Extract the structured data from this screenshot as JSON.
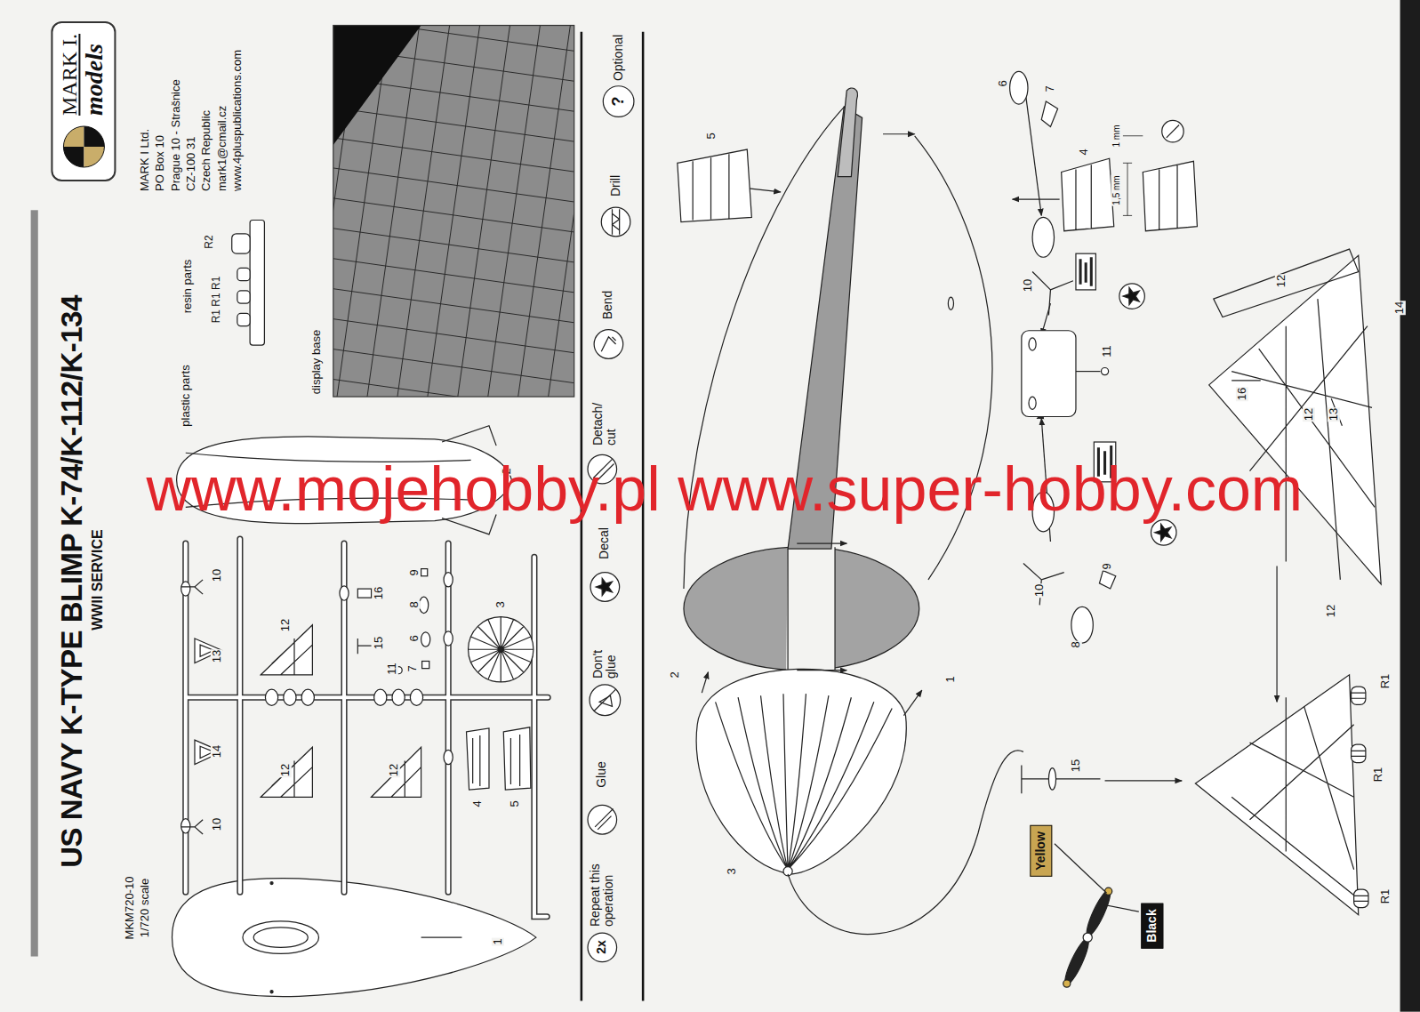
{
  "diagram": {
    "title": "US NAVY K-TYPE BLIMP K-74/K-112/K-134",
    "nodes": [
      {
        "text": [
          "MARK I.",
          "models"
        ]
      },
      {
        "text": [
          "Yellow"
        ]
      },
      {
        "text": [
          "Black"
        ]
      }
    ],
    "labels": [
      "WWII SERVICE",
      "MKM720-10",
      "1/720 scale",
      "MARK I Ltd.",
      "PO Box 10",
      "Prague 10 - Strašnice",
      "CZ-100 31",
      "Czech Republic",
      "mark1@cmail.cz",
      "www.4pluspublications.com",
      "plastic parts",
      "resin parts",
      "R1 R1 R1",
      "R2",
      "display base",
      "2",
      "10",
      "13",
      "14",
      "10",
      "12",
      "12",
      "16",
      "15",
      "12",
      "11",
      "9",
      "8",
      "6",
      "7",
      "4",
      "5",
      "3",
      "1",
      "2x",
      "?",
      "5",
      "2",
      "1",
      "3",
      "6",
      "7",
      "4",
      "1 mm",
      "1,5 mm",
      "10",
      "11",
      "10",
      "9",
      "8",
      "15",
      "12",
      "14",
      "16",
      "12",
      "13",
      "12",
      "R1",
      "R1",
      "R1",
      "www.mojehobby.pl www.super-hobby.com"
    ],
    "legend": [
      {
        "text": "Repeat this operation"
      },
      {
        "text": "Glue"
      },
      {
        "text": "Don't glue"
      },
      {
        "text": "Decal"
      },
      {
        "text": "Detach/ cut"
      },
      {
        "text": "Bend"
      },
      {
        "text": "Drill"
      },
      {
        "text": "Optional"
      }
    ]
  }
}
